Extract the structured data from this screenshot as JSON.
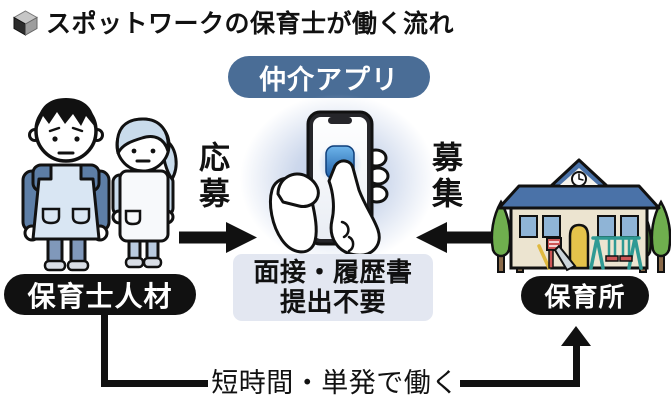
{
  "title": {
    "text": "スポットワークの保育士が働く流れ"
  },
  "app_badge": {
    "label": "仲介アプリ"
  },
  "flow": {
    "apply_label": "応募",
    "recruit_label": "募集"
  },
  "workers": {
    "label": "保育士人材"
  },
  "nursery": {
    "label": "保育所"
  },
  "note": {
    "line1": "面接・履歴書",
    "line2": "提出不要"
  },
  "loop": {
    "label": "短時間・単発で働く"
  },
  "icons": {
    "title_bullet": "cube-icon",
    "center": "smartphone-tap-hand-icon",
    "left": "two-childcare-workers-icon",
    "right": "nursery-building-icon"
  },
  "colors": {
    "badge_blue": "#4a6d96",
    "glow_blue": "#b9c8e6",
    "note_bg": "#e3e7f1",
    "pill_black": "#111111",
    "app_icon_blue": "#2f7cc4",
    "roof_blue": "#4a72a8",
    "wall_cream": "#ece4d0",
    "apron_blue": "#d9e6f3",
    "sleeve_blue": "#5d7ea6"
  }
}
